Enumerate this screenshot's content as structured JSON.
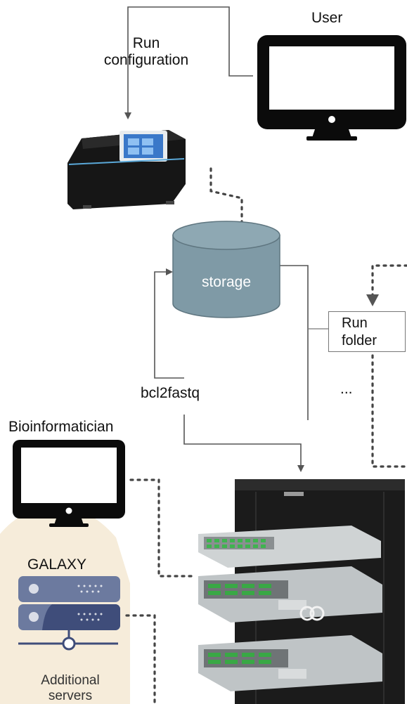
{
  "labels": {
    "user": "User",
    "run_configuration_line1": "Run",
    "run_configuration_line2": "configuration",
    "storage": "storage",
    "run_folder_line1": "Run",
    "run_folder_line2": "folder",
    "ellipsis": "...",
    "bcl2fastq": "bcl2fastq",
    "bioinformatician": "Bioinformatician",
    "galaxy": "GALAXY",
    "additional_servers_line1": "Additional",
    "additional_servers_line2": "servers"
  },
  "colors": {
    "storage_fill": "#7f9aa6",
    "storage_stroke": "#5f7680",
    "monitor": "#0b0b0b",
    "connector": "#555555",
    "galaxy_background": "#f6ecda",
    "server_icon": "#6c7a9f",
    "server_icon_dark": "#3f4d7a",
    "rack_body": "#1b1b1b",
    "sequencer_body": "#161616",
    "sequencer_screen": "#3a78c9"
  },
  "icons": {
    "user_workstation": "monitor-icon",
    "bioinformatician_workstation": "monitor-icon",
    "sequencer": "sequencer-icon",
    "storage": "database-cylinder-icon",
    "cluster": "server-rack-icon",
    "galaxy": "server-stack-network-icon"
  }
}
